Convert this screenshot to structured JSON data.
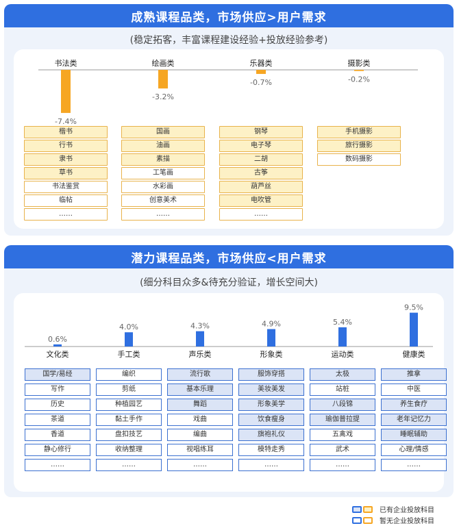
{
  "panel1": {
    "title": "成熟课程品类，市场供应>用户需求",
    "subtitle": "(稳定拓客，丰富课程建设经验+投放经验参考)"
  },
  "panel2": {
    "title": "潜力课程品类，市场供应<用户需求",
    "subtitle": "(细分科目众多&待充分验证，增长空间大)"
  },
  "chart_data": [
    {
      "type": "bar",
      "categories": [
        "书法类",
        "绘画类",
        "乐器类",
        "摄影类"
      ],
      "values": [
        -7.4,
        -3.2,
        -0.7,
        -0.2
      ],
      "value_labels": [
        "-7.4%",
        "-3.2%",
        "-0.7%",
        "-0.2%"
      ],
      "colors": {
        "bar": "#f6a623"
      },
      "subjects": [
        [
          {
            "label": "楷书",
            "invested": true
          },
          {
            "label": "行书",
            "invested": true
          },
          {
            "label": "隶书",
            "invested": true
          },
          {
            "label": "草书",
            "invested": true
          },
          {
            "label": "书法鉴赏",
            "invested": false
          },
          {
            "label": "临帖",
            "invested": false
          },
          {
            "label": "……",
            "invested": false
          }
        ],
        [
          {
            "label": "国画",
            "invested": true
          },
          {
            "label": "油画",
            "invested": true
          },
          {
            "label": "素描",
            "invested": true
          },
          {
            "label": "工笔画",
            "invested": false
          },
          {
            "label": "水彩画",
            "invested": false
          },
          {
            "label": "创意美术",
            "invested": false
          },
          {
            "label": "……",
            "invested": false
          }
        ],
        [
          {
            "label": "钢琴",
            "invested": true
          },
          {
            "label": "电子琴",
            "invested": true
          },
          {
            "label": "二胡",
            "invested": true
          },
          {
            "label": "古筝",
            "invested": true
          },
          {
            "label": "葫芦丝",
            "invested": true
          },
          {
            "label": "电吹管",
            "invested": true
          },
          {
            "label": "……",
            "invested": false
          }
        ],
        [
          {
            "label": "手机摄影",
            "invested": true
          },
          {
            "label": "旅行摄影",
            "invested": true
          },
          {
            "label": "数码摄影",
            "invested": false
          }
        ]
      ]
    },
    {
      "type": "bar",
      "categories": [
        "文化类",
        "手工类",
        "声乐类",
        "形象类",
        "运动类",
        "健康类"
      ],
      "values": [
        0.6,
        4.0,
        4.3,
        4.9,
        5.4,
        9.5
      ],
      "value_labels": [
        "0.6%",
        "4.0%",
        "4.3%",
        "4.9%",
        "5.4%",
        "9.5%"
      ],
      "colors": {
        "bar": "#2f6fe0"
      },
      "subjects": [
        [
          {
            "label": "国学/易经",
            "invested": true
          },
          {
            "label": "写作",
            "invested": false
          },
          {
            "label": "历史",
            "invested": false
          },
          {
            "label": "茶道",
            "invested": false
          },
          {
            "label": "香道",
            "invested": false
          },
          {
            "label": "静心修行",
            "invested": false
          },
          {
            "label": "……",
            "invested": false
          }
        ],
        [
          {
            "label": "编织",
            "invested": false
          },
          {
            "label": "剪纸",
            "invested": false
          },
          {
            "label": "种植园艺",
            "invested": false
          },
          {
            "label": "黏土手作",
            "invested": false
          },
          {
            "label": "盘扣技艺",
            "invested": false
          },
          {
            "label": "收纳整理",
            "invested": false
          },
          {
            "label": "……",
            "invested": false
          }
        ],
        [
          {
            "label": "流行歌",
            "invested": true
          },
          {
            "label": "基本乐理",
            "invested": true
          },
          {
            "label": "舞蹈",
            "invested": true
          },
          {
            "label": "戏曲",
            "invested": false
          },
          {
            "label": "编曲",
            "invested": false
          },
          {
            "label": "视唱练耳",
            "invested": false
          },
          {
            "label": "……",
            "invested": false
          }
        ],
        [
          {
            "label": "服饰穿搭",
            "invested": true
          },
          {
            "label": "美妆美发",
            "invested": true
          },
          {
            "label": "形象美学",
            "invested": true
          },
          {
            "label": "饮食瘦身",
            "invested": true
          },
          {
            "label": "旗袍礼仪",
            "invested": true
          },
          {
            "label": "模特走秀",
            "invested": false
          },
          {
            "label": "……",
            "invested": false
          }
        ],
        [
          {
            "label": "太极",
            "invested": true
          },
          {
            "label": "站桩",
            "invested": false
          },
          {
            "label": "八段锦",
            "invested": true
          },
          {
            "label": "瑜伽普拉提",
            "invested": true
          },
          {
            "label": "五禽戏",
            "invested": false
          },
          {
            "label": "武术",
            "invested": false
          },
          {
            "label": "……",
            "invested": false
          }
        ],
        [
          {
            "label": "推拿",
            "invested": true
          },
          {
            "label": "中医",
            "invested": false
          },
          {
            "label": "养生食疗",
            "invested": true
          },
          {
            "label": "老年记忆力",
            "invested": true
          },
          {
            "label": "睡眠辅助",
            "invested": true
          },
          {
            "label": "心理/情感",
            "invested": false
          },
          {
            "label": "……",
            "invested": false
          }
        ]
      ]
    }
  ],
  "legend": {
    "items": [
      {
        "label": "已有企业投放科目"
      },
      {
        "label": "暂无企业投放科目"
      }
    ]
  }
}
